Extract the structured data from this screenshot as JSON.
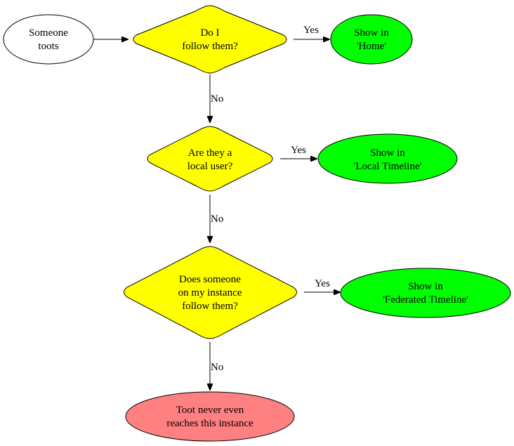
{
  "nodes": {
    "start": {
      "lines": [
        "Someone",
        "toots"
      ],
      "color": "#ffffff"
    },
    "q_follow": {
      "lines": [
        "Do I",
        "follow them?"
      ],
      "color": "#ffff00"
    },
    "home": {
      "lines": [
        "Show in",
        "'Home'"
      ],
      "color": "#00ff00"
    },
    "q_local": {
      "lines": [
        "Are they a",
        "local user?"
      ],
      "color": "#ffff00"
    },
    "local": {
      "lines": [
        "Show in",
        "'Local Timeline'"
      ],
      "color": "#00ff00"
    },
    "q_instance": {
      "lines": [
        "Does someone",
        "on my instance",
        "follow them?"
      ],
      "color": "#ffff00"
    },
    "federated": {
      "lines": [
        "Show in",
        "'Federated Timeline'"
      ],
      "color": "#00ff00"
    },
    "never": {
      "lines": [
        "Toot never even",
        "reaches this instance"
      ],
      "color": "#ff8080"
    }
  },
  "edges": {
    "follow_yes": "Yes",
    "follow_no": "No",
    "local_yes": "Yes",
    "local_no": "No",
    "instance_yes": "Yes",
    "instance_no": "No"
  }
}
